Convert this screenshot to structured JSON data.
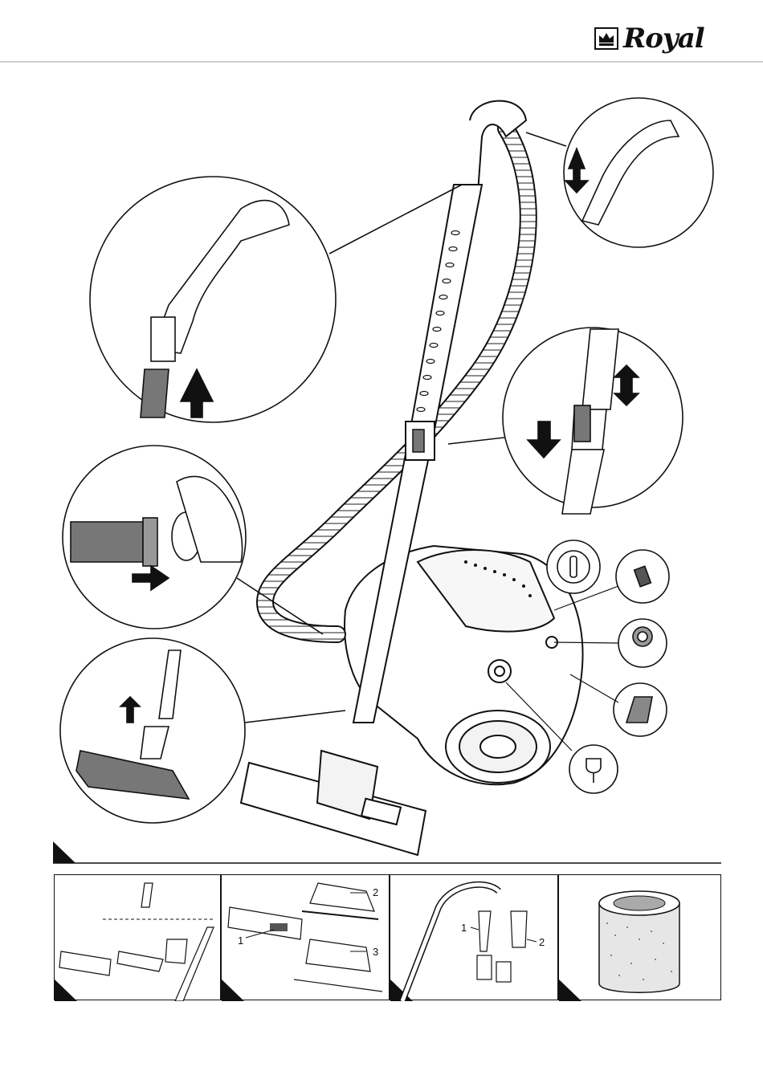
{
  "brand": {
    "name": "Royal"
  },
  "bottom_panels": [
    {
      "id": "accessories"
    },
    {
      "id": "floor-brush-settings",
      "labels": [
        "1",
        "2",
        "3"
      ]
    },
    {
      "id": "small-tools",
      "labels": [
        "1",
        "2"
      ]
    },
    {
      "id": "filter"
    }
  ],
  "icons": [
    "power-button-icon",
    "cord-rewind-icon",
    "suction-control-icon",
    "crevice-tool-icon",
    "plug-icon"
  ]
}
